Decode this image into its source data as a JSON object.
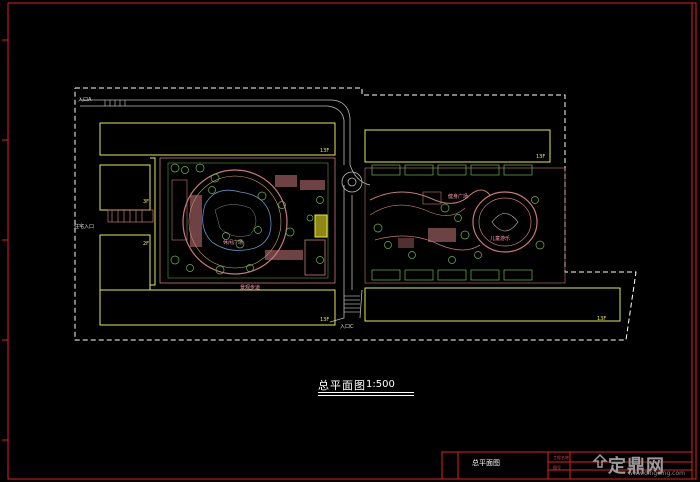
{
  "drawing": {
    "title": "总平面图",
    "scale": "1:500"
  },
  "title_block": {
    "drawing_name": "总平面图",
    "project_label": "工程名称",
    "row2_label": "图号"
  },
  "watermark": {
    "brand": "定鼎网",
    "sub": "www.dingding.com"
  },
  "labels": {
    "entrance_top_left": "入口A",
    "entrance_left": "住宅入口",
    "entrance_bottom": "入口C",
    "floor_13f_a": "13F",
    "floor_13f_b": "13F",
    "floor_13f_c": "13F",
    "floor_13f_d": "13F",
    "floor_3f": "3F",
    "floor_2f": "2F",
    "garden_a": "休闲广场",
    "garden_b": "健身广场",
    "garden_c": "儿童游乐",
    "path_label": "景观步道"
  },
  "colors": {
    "border": "#e02020",
    "building_outline": "#e8e84a",
    "site_boundary": "#ffffff",
    "paving": "#c87878",
    "vegetation": "#6ab84a",
    "water": "#6a90c8",
    "accent_yellow": "#f0e020"
  }
}
